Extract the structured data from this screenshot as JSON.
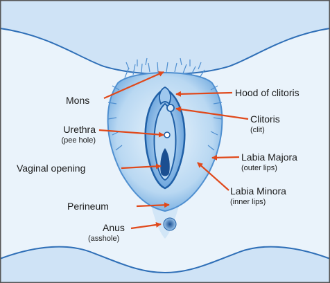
{
  "diagram": {
    "colors": {
      "background": "#e8f2fb",
      "skin_light": "#d7e9f8",
      "skin_mid": "#a9cdee",
      "skin_dark": "#4f8fd0",
      "outline": "#1f5fa6",
      "deep": "#1b4f91",
      "arrow": "#e0491b",
      "border": "#555555"
    },
    "labels": {
      "mons": {
        "main": "Mons",
        "sub": ""
      },
      "hood": {
        "main": "Hood of clitoris",
        "sub": ""
      },
      "clitoris": {
        "main": "Clitoris",
        "sub": "(clit)"
      },
      "urethra": {
        "main": "Urethra",
        "sub": "(pee hole)"
      },
      "vaginal_opening": {
        "main": "Vaginal opening",
        "sub": ""
      },
      "labia_majora": {
        "main": "Labia Majora",
        "sub": "(outer lips)"
      },
      "labia_minora": {
        "main": "Labia Minora",
        "sub": "(inner lips)"
      },
      "perineum": {
        "main": "Perineum",
        "sub": ""
      },
      "anus": {
        "main": "Anus",
        "sub": "(asshole)"
      }
    }
  }
}
